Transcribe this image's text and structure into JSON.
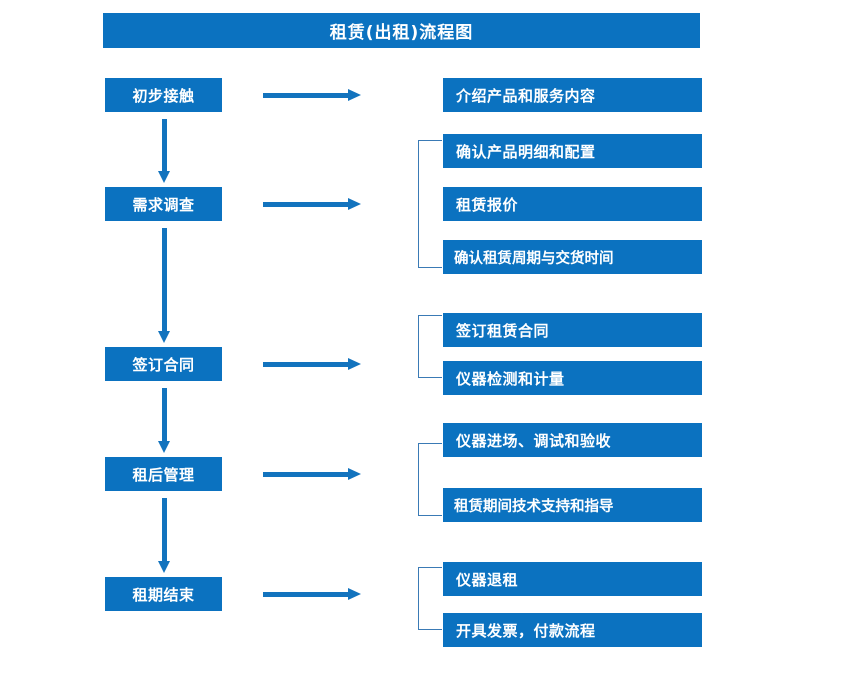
{
  "diagram": {
    "title": "租赁(出租)流程图",
    "accent_color": "#0B72C0",
    "arrow_color": "#1273BE",
    "bracket_color": "#3A7AB5",
    "text_color": "#FFFFFF",
    "background_color": "#FFFFFF"
  },
  "stages": [
    {
      "label": "初步接触"
    },
    {
      "label": "需求调查"
    },
    {
      "label": "签订合同"
    },
    {
      "label": "租后管理"
    },
    {
      "label": "租期结束"
    }
  ],
  "details": [
    {
      "label": "介绍产品和服务内容"
    },
    {
      "label": "确认产品明细和配置"
    },
    {
      "label": "租赁报价"
    },
    {
      "label": "确认租赁周期与交货时间"
    },
    {
      "label": "签订租赁合同"
    },
    {
      "label": "仪器检测和计量"
    },
    {
      "label": "仪器进场、调试和验收"
    },
    {
      "label": "租赁期间技术支持和指导"
    },
    {
      "label": "仪器退租"
    },
    {
      "label": "开具发票，付款流程"
    }
  ],
  "icons": {
    "arrow_right": "right-arrow-icon",
    "arrow_down": "down-arrow-icon",
    "bracket": "group-bracket-icon"
  }
}
